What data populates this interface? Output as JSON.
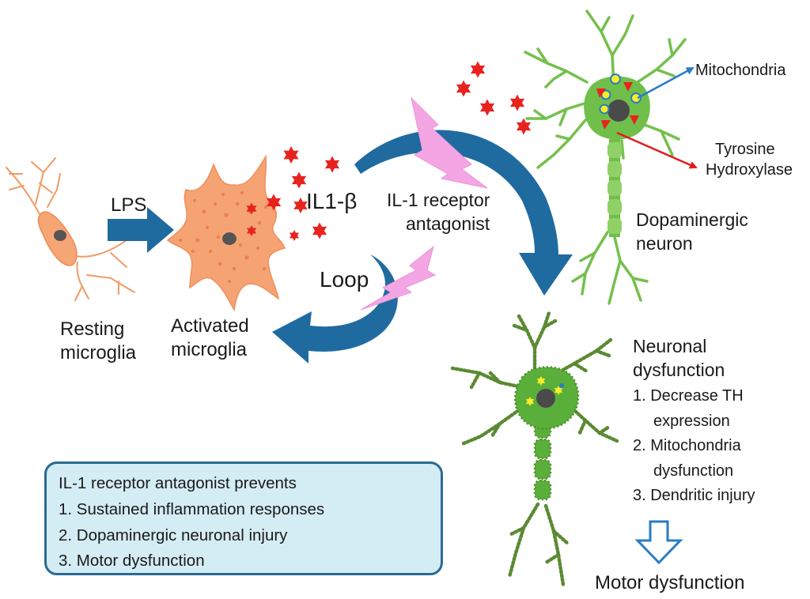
{
  "labels": {
    "lps": "LPS",
    "il1b": "IL1-β",
    "antagonist_line1": "IL-1 receptor",
    "antagonist_line2": "antagonist",
    "loop": "Loop",
    "resting_line1": "Resting",
    "resting_line2": "microglia",
    "activated_line1": "Activated",
    "activated_line2": "microglia",
    "mitochondria": "Mitochondria",
    "tyrosine_line1": "Tyrosine",
    "tyrosine_line2": "Hydroxylase",
    "dopaminergic_line1": "Dopaminergic",
    "dopaminergic_line2": "neuron",
    "motor": "Motor dysfunction"
  },
  "neuronal_dysfunction": {
    "title_line1": "Neuronal",
    "title_line2": "dysfunction",
    "items": [
      {
        "line1": "1. Decrease TH",
        "line2": "expression"
      },
      {
        "line1": "2. Mitochondria",
        "line2": "dysfunction"
      },
      {
        "line1": "3. Dendritic injury",
        "line2": ""
      }
    ]
  },
  "summary": {
    "heading": "IL-1 receptor antagonist prevents",
    "items": [
      "1. Sustained inflammation responses",
      "2. Dopaminergic neuronal injury",
      "3. Motor dysfunction"
    ]
  },
  "colors": {
    "microglia": "#f4a070",
    "neuron": "#6fbf4a",
    "arrow_blue": "#1f6ba0",
    "cytokine": "#e8231e",
    "lightning": "#f4a6e4",
    "box_fill": "#d4ecf3",
    "box_border": "#2a6a93"
  },
  "icons": [
    "cytokine-star-icon",
    "lightning-bolt-icon",
    "mitochondria-icon",
    "tyrosine-hydroxylase-icon"
  ]
}
